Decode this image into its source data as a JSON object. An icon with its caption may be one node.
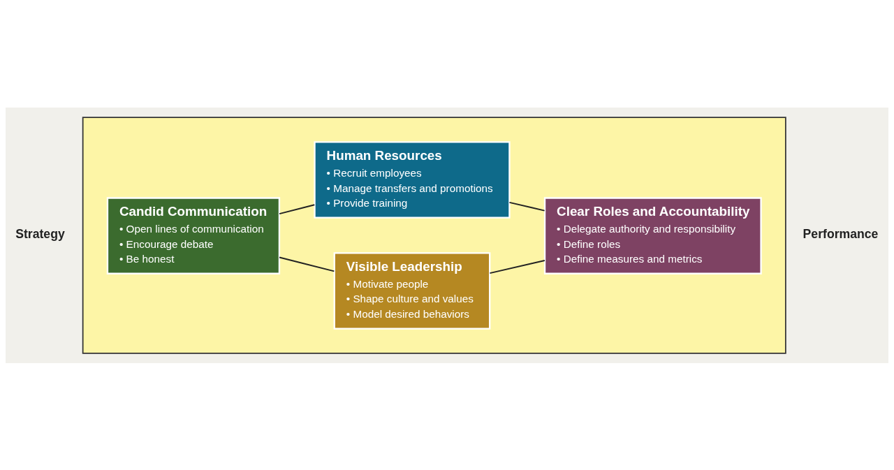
{
  "diagram": {
    "nodes": [
      {
        "text": [],
        "shape": "box"
      },
      {
        "text": [
          "Visible Leadership",
          "• Motivate people",
          "• Shape culture and values",
          "• Model desired behaviors"
        ],
        "in": 0
      },
      {
        "text": [
          "Candid Communication",
          "• Open lines of communication",
          "• Encourage debate",
          "• Be honest"
        ],
        "in": 0
      },
      {
        "text": [
          "Clear Roles and Accountability",
          "• Delegate authority and responsibility",
          "• Define roles",
          "• Define measures and metrics"
        ],
        "in": 0
      },
      {
        "text": [
          "Human Resources",
          "• Recruit employees",
          "• Manage transfers and promotions",
          "• Provide training"
        ],
        "in": 0
      }
    ],
    "edges": [
      {
        "from": 1,
        "to": 3,
        "arrow": "none"
      },
      {
        "from": 3,
        "to": 4,
        "arrow": "none"
      },
      {
        "from": 4,
        "to": 2,
        "arrow": "none"
      },
      {
        "from": 2,
        "to": 1,
        "arrow": "none"
      }
    ],
    "labels": [
      "Strategy",
      "Performance"
    ]
  }
}
